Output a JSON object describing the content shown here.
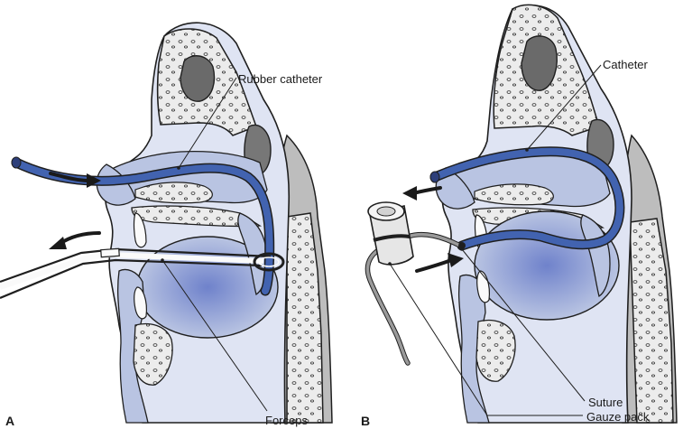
{
  "figure": {
    "panel_a": {
      "letter": "A",
      "labels": {
        "rubber_catheter": "Rubber catheter",
        "forceps": "Forceps"
      }
    },
    "panel_b": {
      "letter": "B",
      "labels": {
        "catheter": "Catheter",
        "suture": "Suture",
        "gauze_pack": "Gauze pack"
      }
    }
  },
  "colors": {
    "bone_fill": "#ececec",
    "outline": "#1f1f1f",
    "soft_tissue": "#b9c4e2",
    "pale_tissue": "#dfe4f3",
    "catheter_blue": "#4263b0",
    "mouth_blue": "#7d8fd0",
    "gray_tissue": "#9a9a9a",
    "arrow": "#1a1a1a",
    "gauze": "#e6e6e6"
  }
}
